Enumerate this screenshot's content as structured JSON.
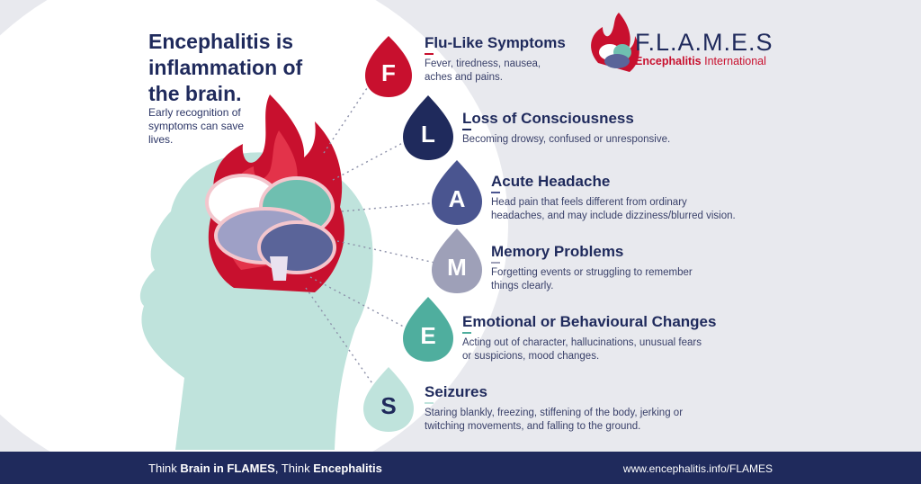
{
  "intro": {
    "title": "Encephalitis is inflammation of the brain.",
    "subtitle": "Early recognition of symptoms can save lives."
  },
  "logo": {
    "title": "F.L.A.M.E.S",
    "sub_bold": "Encephalitis",
    "sub_rest": " International"
  },
  "items": [
    {
      "letter": "F",
      "rest": "lu-Like Symptoms",
      "desc1": "Fever, tiredness, nausea,",
      "desc2": "aches and pains.",
      "color": "#c8102e"
    },
    {
      "letter": "L",
      "rest": "oss of Consciousness",
      "desc1": "Becoming drowsy, confused or unresponsive.",
      "desc2": "",
      "color": "#1f2a5c"
    },
    {
      "letter": "A",
      "rest": "cute Headache",
      "desc1": "Head pain that feels different from ordinary",
      "desc2": "headaches, and may include dizziness/blurred vision.",
      "color": "#4a5590"
    },
    {
      "letter": "M",
      "rest": "emory Problems",
      "desc1": "Forgetting events or struggling to remember",
      "desc2": "things clearly.",
      "color": "#9ea0b8"
    },
    {
      "letter": "E",
      "rest": "motional or Behavioural Changes",
      "desc1": "Acting out of character, hallucinations, unusual fears",
      "desc2": "or suspicions, mood changes.",
      "color": "#4fae9e"
    },
    {
      "letter": "S",
      "rest": "eizures",
      "desc1": "Staring blankly, freezing, stiffening of the body, jerking or",
      "desc2": "twitching movements, and falling to the ground.",
      "color": "#bfe3dc"
    }
  ],
  "footer": {
    "left_a": "Think ",
    "left_b": "Brain in FLAMES",
    "left_c": ", Think ",
    "left_d": "Encephalitis",
    "right": "www.encephalitis.info/FLAMES"
  }
}
